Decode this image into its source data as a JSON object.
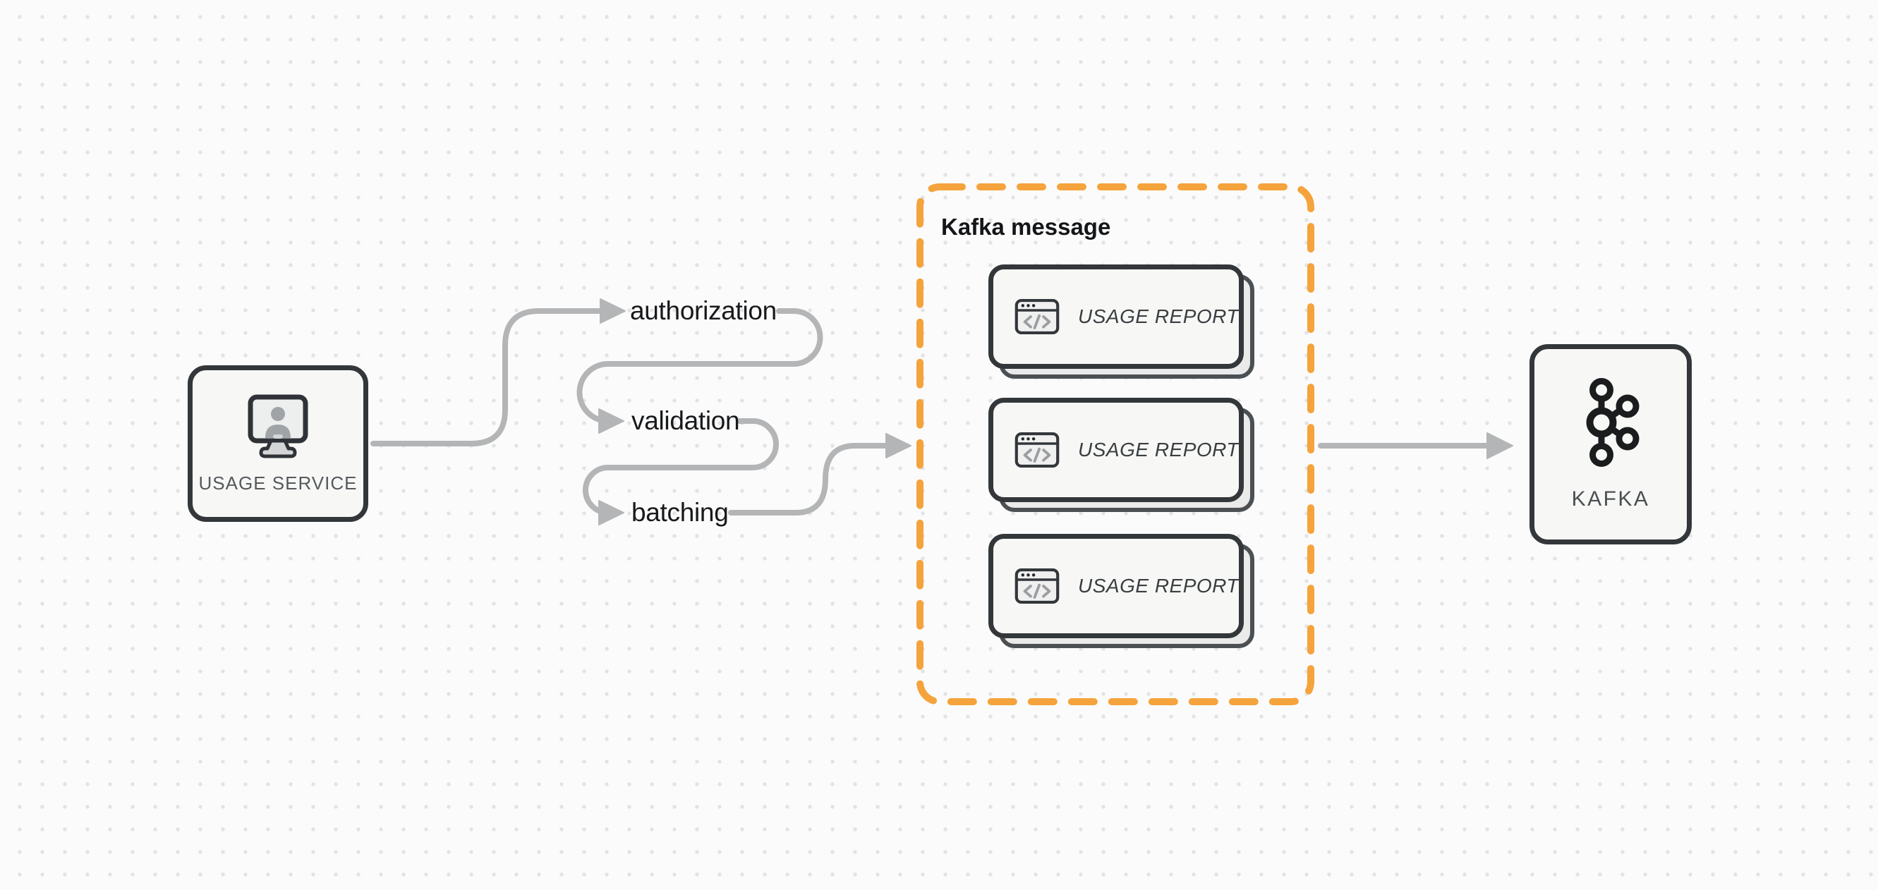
{
  "diagram": {
    "usage_service": {
      "label": "USAGE SERVICE",
      "icon": "monitor-user-icon"
    },
    "flow_steps": [
      {
        "label": "authorization"
      },
      {
        "label": "validation"
      },
      {
        "label": "batching"
      }
    ],
    "kafka_message_group": {
      "title": "Kafka message",
      "cards": [
        {
          "label": "USAGE REPORT",
          "icon": "code-window-icon"
        },
        {
          "label": "USAGE REPORT",
          "icon": "code-window-icon"
        },
        {
          "label": "USAGE REPORT",
          "icon": "code-window-icon"
        }
      ]
    },
    "kafka": {
      "label": "KAFKA",
      "icon": "kafka-logo-icon"
    }
  },
  "colors": {
    "background": "#FBFBFB",
    "dot_grid": "#E2E3E3",
    "node_border": "#33373A",
    "node_fill": "#F7F8F6",
    "card_shadow_fill": "#E9EAE9",
    "card_shadow_border": "#4C5053",
    "connector_gray": "#B4B5B6",
    "group_dash_orange": "#F5A33C",
    "label_dark": "#17191B",
    "label_muted": "#55595D",
    "icon_gray": "#9B9EA1",
    "kafka_logo_black": "#1A1C1E"
  }
}
